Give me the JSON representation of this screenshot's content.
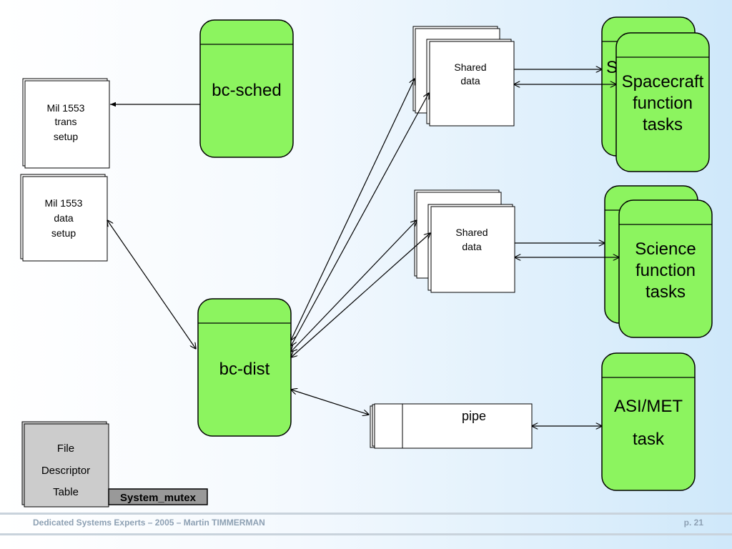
{
  "tasks": {
    "bc_sched": "bc-sched",
    "bc_dist": "bc-dist",
    "spacecraft_back": "S",
    "spacecraft": [
      "Spacecraft",
      "function",
      "tasks"
    ],
    "science": [
      "Science",
      "function",
      "tasks"
    ],
    "asi_met": [
      "ASI/MET",
      "task"
    ]
  },
  "docs": {
    "mil1553_trans": [
      "Mil 1553",
      "trans",
      "setup"
    ],
    "mil1553_data": [
      "Mil 1553",
      "data",
      "setup"
    ],
    "shared_data_1": [
      "Shared",
      "data"
    ],
    "shared_data_2": [
      "Shared",
      "data"
    ],
    "file_descriptor": [
      "File",
      "Descriptor",
      "Table"
    ]
  },
  "pipe_label": "pipe",
  "mutex_label": "System_mutex",
  "footer": {
    "left": "Dedicated Systems Experts – 2005 – Martin TIMMERMAN",
    "right": "p. 21"
  },
  "colors": {
    "task_fill": "#8cf45f",
    "doc_fill": "#ffffff",
    "file_fill": "#cccccc",
    "mutex_fill": "#999999"
  }
}
